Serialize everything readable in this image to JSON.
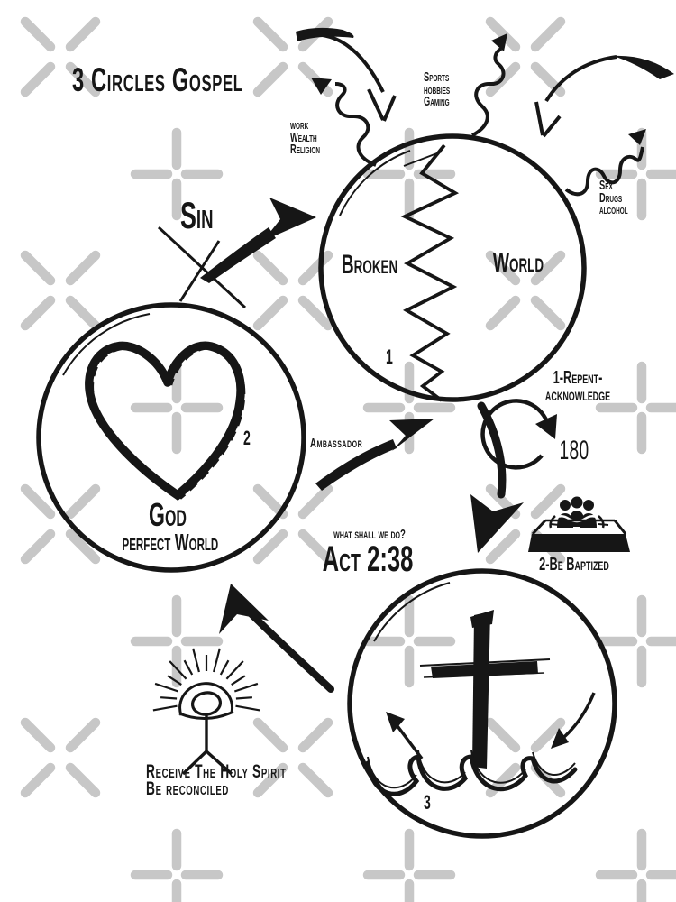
{
  "title": "3 Circles Gospel",
  "sin_label": "Sin",
  "escape_labels": {
    "left": [
      "work",
      "Wealth",
      "Religion"
    ],
    "top": [
      "Sports",
      "hobbies",
      "Gaming"
    ],
    "right": [
      "Sex",
      "Drugs",
      "alcohol"
    ]
  },
  "broken_world": {
    "left_word": "Broken",
    "right_word": "World",
    "number": "1"
  },
  "god_world": {
    "name": "God",
    "subtitle": "perfect World",
    "number": "2"
  },
  "cross_circle": {
    "number": "3"
  },
  "ambassador_label": "Ambassador",
  "acts": {
    "question": "what shall we do?",
    "verse": "Act 2:38"
  },
  "steps": {
    "repent": {
      "line1": "1-Repent-",
      "line2": "acknowledge",
      "degrees": "180"
    },
    "baptize": {
      "label": "2-Be Baptized"
    },
    "receive": {
      "line1": "Receive The Holy Spirit",
      "line2": "Be reconciled"
    }
  },
  "colors": {
    "ink": "#161616",
    "watermark": "#c7c7c7",
    "background": "#ffffff"
  }
}
